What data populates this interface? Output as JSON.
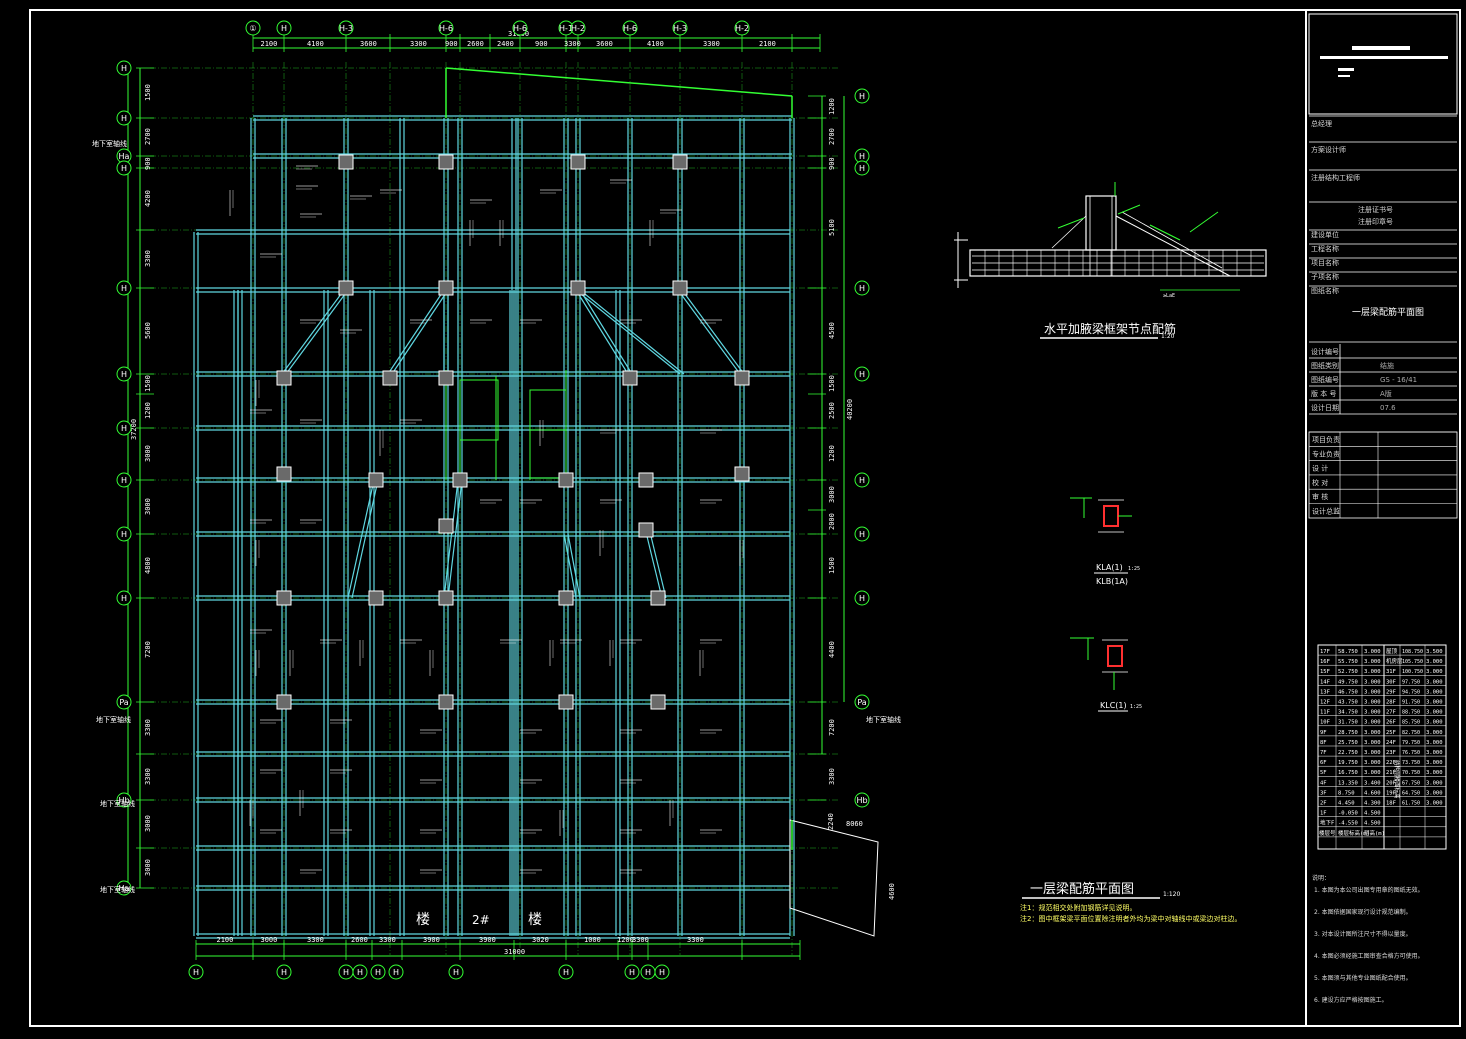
{
  "title_block": {
    "labels": [
      "总经理",
      "方案设计师",
      "注册结构工程师",
      "注册证书号",
      "注册印章号",
      "建设单位",
      "工程名称",
      "项目名称",
      "子项名称",
      "图纸名称"
    ],
    "drawing_name": "一层梁配筋平面图",
    "rows": [
      {
        "label": "设计编号",
        "value": ""
      },
      {
        "label": "图纸类别",
        "value": "结施"
      },
      {
        "label": "图纸编号",
        "value": "GS - 16/41"
      },
      {
        "label": "版 本 号",
        "value": "A版"
      },
      {
        "label": "设计日期",
        "value": "07.6"
      }
    ],
    "sign_rows": [
      "项目负责",
      "专业负责",
      "设 计",
      "校 对",
      "审 核",
      "设计总监"
    ]
  },
  "plan": {
    "caption": "一层梁配筋平面图",
    "scale": "1:120",
    "notes": [
      "注1：规范相交处附加钢筋详见说明。",
      "注2：图中框架梁平面位置除注明者外均为梁中对轴线中或梁边对柱边。"
    ],
    "top_axes": [
      "①",
      "H",
      "H-3",
      "H-6",
      "H-6",
      "H-1",
      "H-2",
      "H-6",
      "H-3",
      "H-2"
    ],
    "bottom_axes": [
      "H",
      "H",
      "H",
      "H",
      "H",
      "H",
      "H",
      "H",
      "H",
      "H",
      "H"
    ],
    "left_axes": [
      "H",
      "H",
      "Ha",
      "H",
      "H",
      "H",
      "H",
      "H",
      "H",
      "H",
      "Pa",
      "Hb",
      "Ha"
    ],
    "right_axes": [
      "H",
      "H",
      "H",
      "H",
      "H",
      "H",
      "H",
      "H",
      "Pa",
      "Hb"
    ],
    "top_dims": [
      "2100",
      "4100",
      "3600",
      "3300",
      "900",
      "2600",
      "2400",
      "900",
      "3300",
      "3600",
      "4100",
      "3300",
      "2100"
    ],
    "top_total": "31000",
    "bottom_dims": [
      "2100",
      "3000",
      "3300",
      "2600",
      "3300",
      "3900",
      "3900",
      "3020",
      "1000",
      "1200",
      "3300",
      "3300"
    ],
    "bottom_total": "31000",
    "left_dims": [
      "1500",
      "2700",
      "900",
      "4200",
      "3300",
      "5600",
      "1500",
      "1200",
      "3000",
      "3000",
      "4800",
      "7200",
      "3300",
      "3300",
      "3000",
      "3000"
    ],
    "left_total": "37200",
    "right_dims": [
      "1200",
      "2700",
      "900",
      "5100",
      "4500",
      "1500",
      "2500",
      "1200",
      "3000",
      "2000",
      "1500",
      "4400",
      "7200",
      "3300"
    ],
    "right_total": "40200",
    "side_labels_left": [
      "地下室轴线",
      "地下室轴线",
      "地下室轴线",
      "地下室轴线"
    ],
    "side_labels_right": [
      "地下室轴线"
    ],
    "building_label": [
      "楼",
      "2#",
      "楼"
    ],
    "corner_dims": [
      "2240",
      "8060",
      "4600"
    ]
  },
  "detail": {
    "caption": "水平加腋梁框架节点配筋",
    "scale": "1:20"
  },
  "sections": [
    {
      "name_top": "KLA(1)",
      "name_bottom": "KLB(1A)",
      "scale": "1:25"
    },
    {
      "name_top": "KLC(1)",
      "name_bottom": "",
      "scale": "1:25"
    }
  ],
  "floor_table": {
    "left": [
      [
        "17F",
        "58.750",
        "3.000"
      ],
      [
        "16F",
        "55.750",
        "3.000"
      ],
      [
        "15F",
        "52.750",
        "3.000"
      ],
      [
        "14F",
        "49.750",
        "3.000"
      ],
      [
        "13F",
        "46.750",
        "3.000"
      ],
      [
        "12F",
        "43.750",
        "3.000"
      ],
      [
        "11F",
        "34.750",
        "3.000"
      ],
      [
        "10F",
        "31.750",
        "3.000"
      ],
      [
        "9F",
        "28.750",
        "3.000"
      ],
      [
        "8F",
        "25.750",
        "3.000"
      ],
      [
        "7F",
        "22.750",
        "3.000"
      ],
      [
        "6F",
        "19.750",
        "3.000"
      ],
      [
        "5F",
        "16.750",
        "3.000"
      ],
      [
        "4F",
        "13.350",
        "3.400"
      ],
      [
        "3F",
        "8.750",
        "4.600"
      ],
      [
        "2F",
        "4.450",
        "4.300"
      ],
      [
        "1F",
        "-0.050",
        "4.500"
      ],
      [
        "地下F",
        "-4.550",
        "4.500"
      ]
    ],
    "right": [
      [
        "屋顶",
        "108.750",
        "3.500"
      ],
      [
        "机房层",
        "105.750",
        "3.000"
      ],
      [
        "31F",
        "100.750",
        "3.000"
      ],
      [
        "30F",
        "97.750",
        "3.000"
      ],
      [
        "29F",
        "94.750",
        "3.000"
      ],
      [
        "28F",
        "91.750",
        "3.000"
      ],
      [
        "27F",
        "88.750",
        "3.000"
      ],
      [
        "26F",
        "85.750",
        "3.000"
      ],
      [
        "25F",
        "82.750",
        "3.000"
      ],
      [
        "24F",
        "79.750",
        "3.000"
      ],
      [
        "23F",
        "76.750",
        "3.000"
      ],
      [
        "22F",
        "73.750",
        "3.000"
      ],
      [
        "21F",
        "70.750",
        "3.000"
      ],
      [
        "20F",
        "67.750",
        "3.000"
      ],
      [
        "19F",
        "64.750",
        "3.000"
      ],
      [
        "18F",
        "61.750",
        "3.000"
      ]
    ],
    "footer": [
      "楼层号",
      "楼层标高(m)",
      "层高(m)"
    ],
    "side_caption": "结构层楼面标高"
  },
  "general_notes": {
    "title": "说明：",
    "lines": [
      "1. 本图为本公司出图专用章的图纸无效。",
      "2. 本图依据国家现行设计规范编制。",
      "3. 对本设计图所注尺寸不得以量度。",
      "4. 本图必须经施工图审查合格方可使用。",
      "5. 本图须与其他专业图纸配合使用。",
      "6. 建设方应严格按图施工。"
    ]
  },
  "colors": {
    "frame": "#ffffff",
    "axis_green": "#33ff33",
    "beam_cyan": "#5fd6e0",
    "column_fill": "#6a6a6a",
    "section_red": "#ff3030",
    "text": "#ffffff"
  }
}
